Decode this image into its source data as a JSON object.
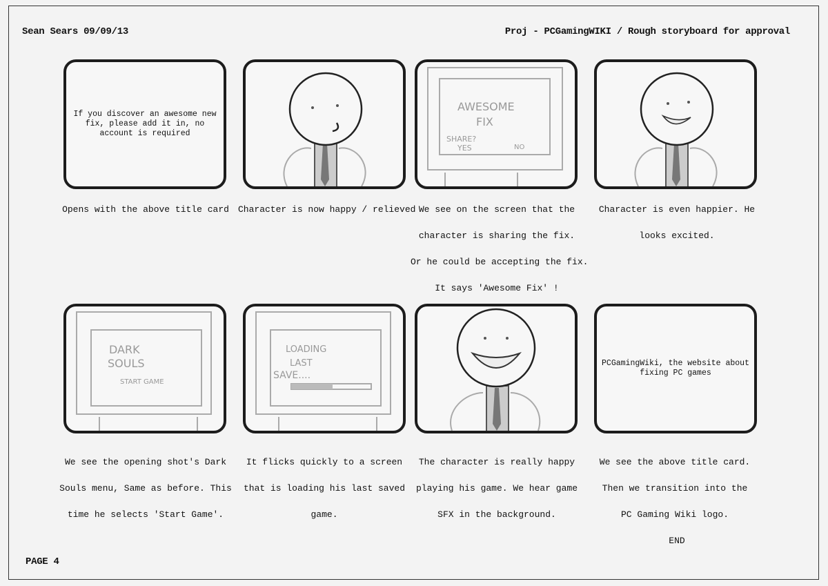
{
  "header": {
    "author_date": "Sean Sears 09/09/13",
    "project": "Proj - PCGamingWIKI / Rough storyboard for approval"
  },
  "panels": [
    {
      "card_text": "If you discover an awesome new fix, please add it in, no account is required",
      "caption": [
        "Opens with the above title card"
      ]
    },
    {
      "caption": [
        "Character is now happy / relieved"
      ]
    },
    {
      "sketch_text": [
        "AWESOME",
        "FIX",
        "SHARE?",
        "YES",
        "NO"
      ],
      "caption": [
        "We see on the screen that the",
        "character is sharing the fix.",
        "Or he could be accepting the fix.",
        "It says 'Awesome Fix' !"
      ]
    },
    {
      "caption": [
        "Character is even happier. He",
        "looks excited."
      ]
    },
    {
      "sketch_text": [
        "DARK",
        "SOULS",
        "START GAME"
      ],
      "caption": [
        "We see the opening shot's Dark",
        "Souls menu, Same as before. This",
        "time he selects 'Start Game'."
      ]
    },
    {
      "sketch_text": [
        "LOADING",
        "LAST",
        "SAVE...."
      ],
      "caption": [
        "It flicks quickly to a screen",
        "that is loading his last saved",
        "game."
      ]
    },
    {
      "caption": [
        "The character is really happy",
        "playing his game. We hear game",
        "SFX in the background."
      ]
    },
    {
      "card_text": "PCGamingWiki, the website about fixing PC games",
      "caption": [
        "We see the above title card.",
        "Then we transition into the",
        "PC Gaming Wiki logo."
      ]
    }
  ],
  "end_label": "END",
  "page_label": "PAGE 4"
}
